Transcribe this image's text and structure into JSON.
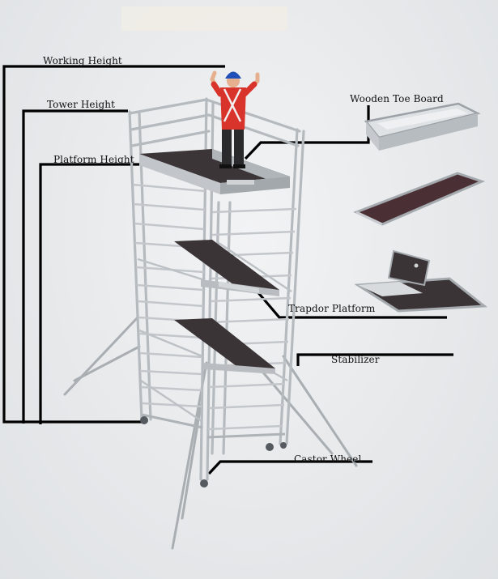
{
  "labels": {
    "working_height": "Working Height",
    "tower_height": "Tower Height",
    "platform_height": "Platform Height",
    "wooden_toe_board": "Wooden Toe Board",
    "trapdoor_platform": "Trapdor Platform",
    "stabilizer": "Stabilizer",
    "castor_wheel": "Castor Wheel"
  },
  "colors": {
    "frame": "#b9bec3",
    "frame_dark": "#8e959b",
    "deck": "#3b3436",
    "callout": "#000000",
    "shirt": "#d9342b",
    "helmet": "#1f4fb8"
  }
}
